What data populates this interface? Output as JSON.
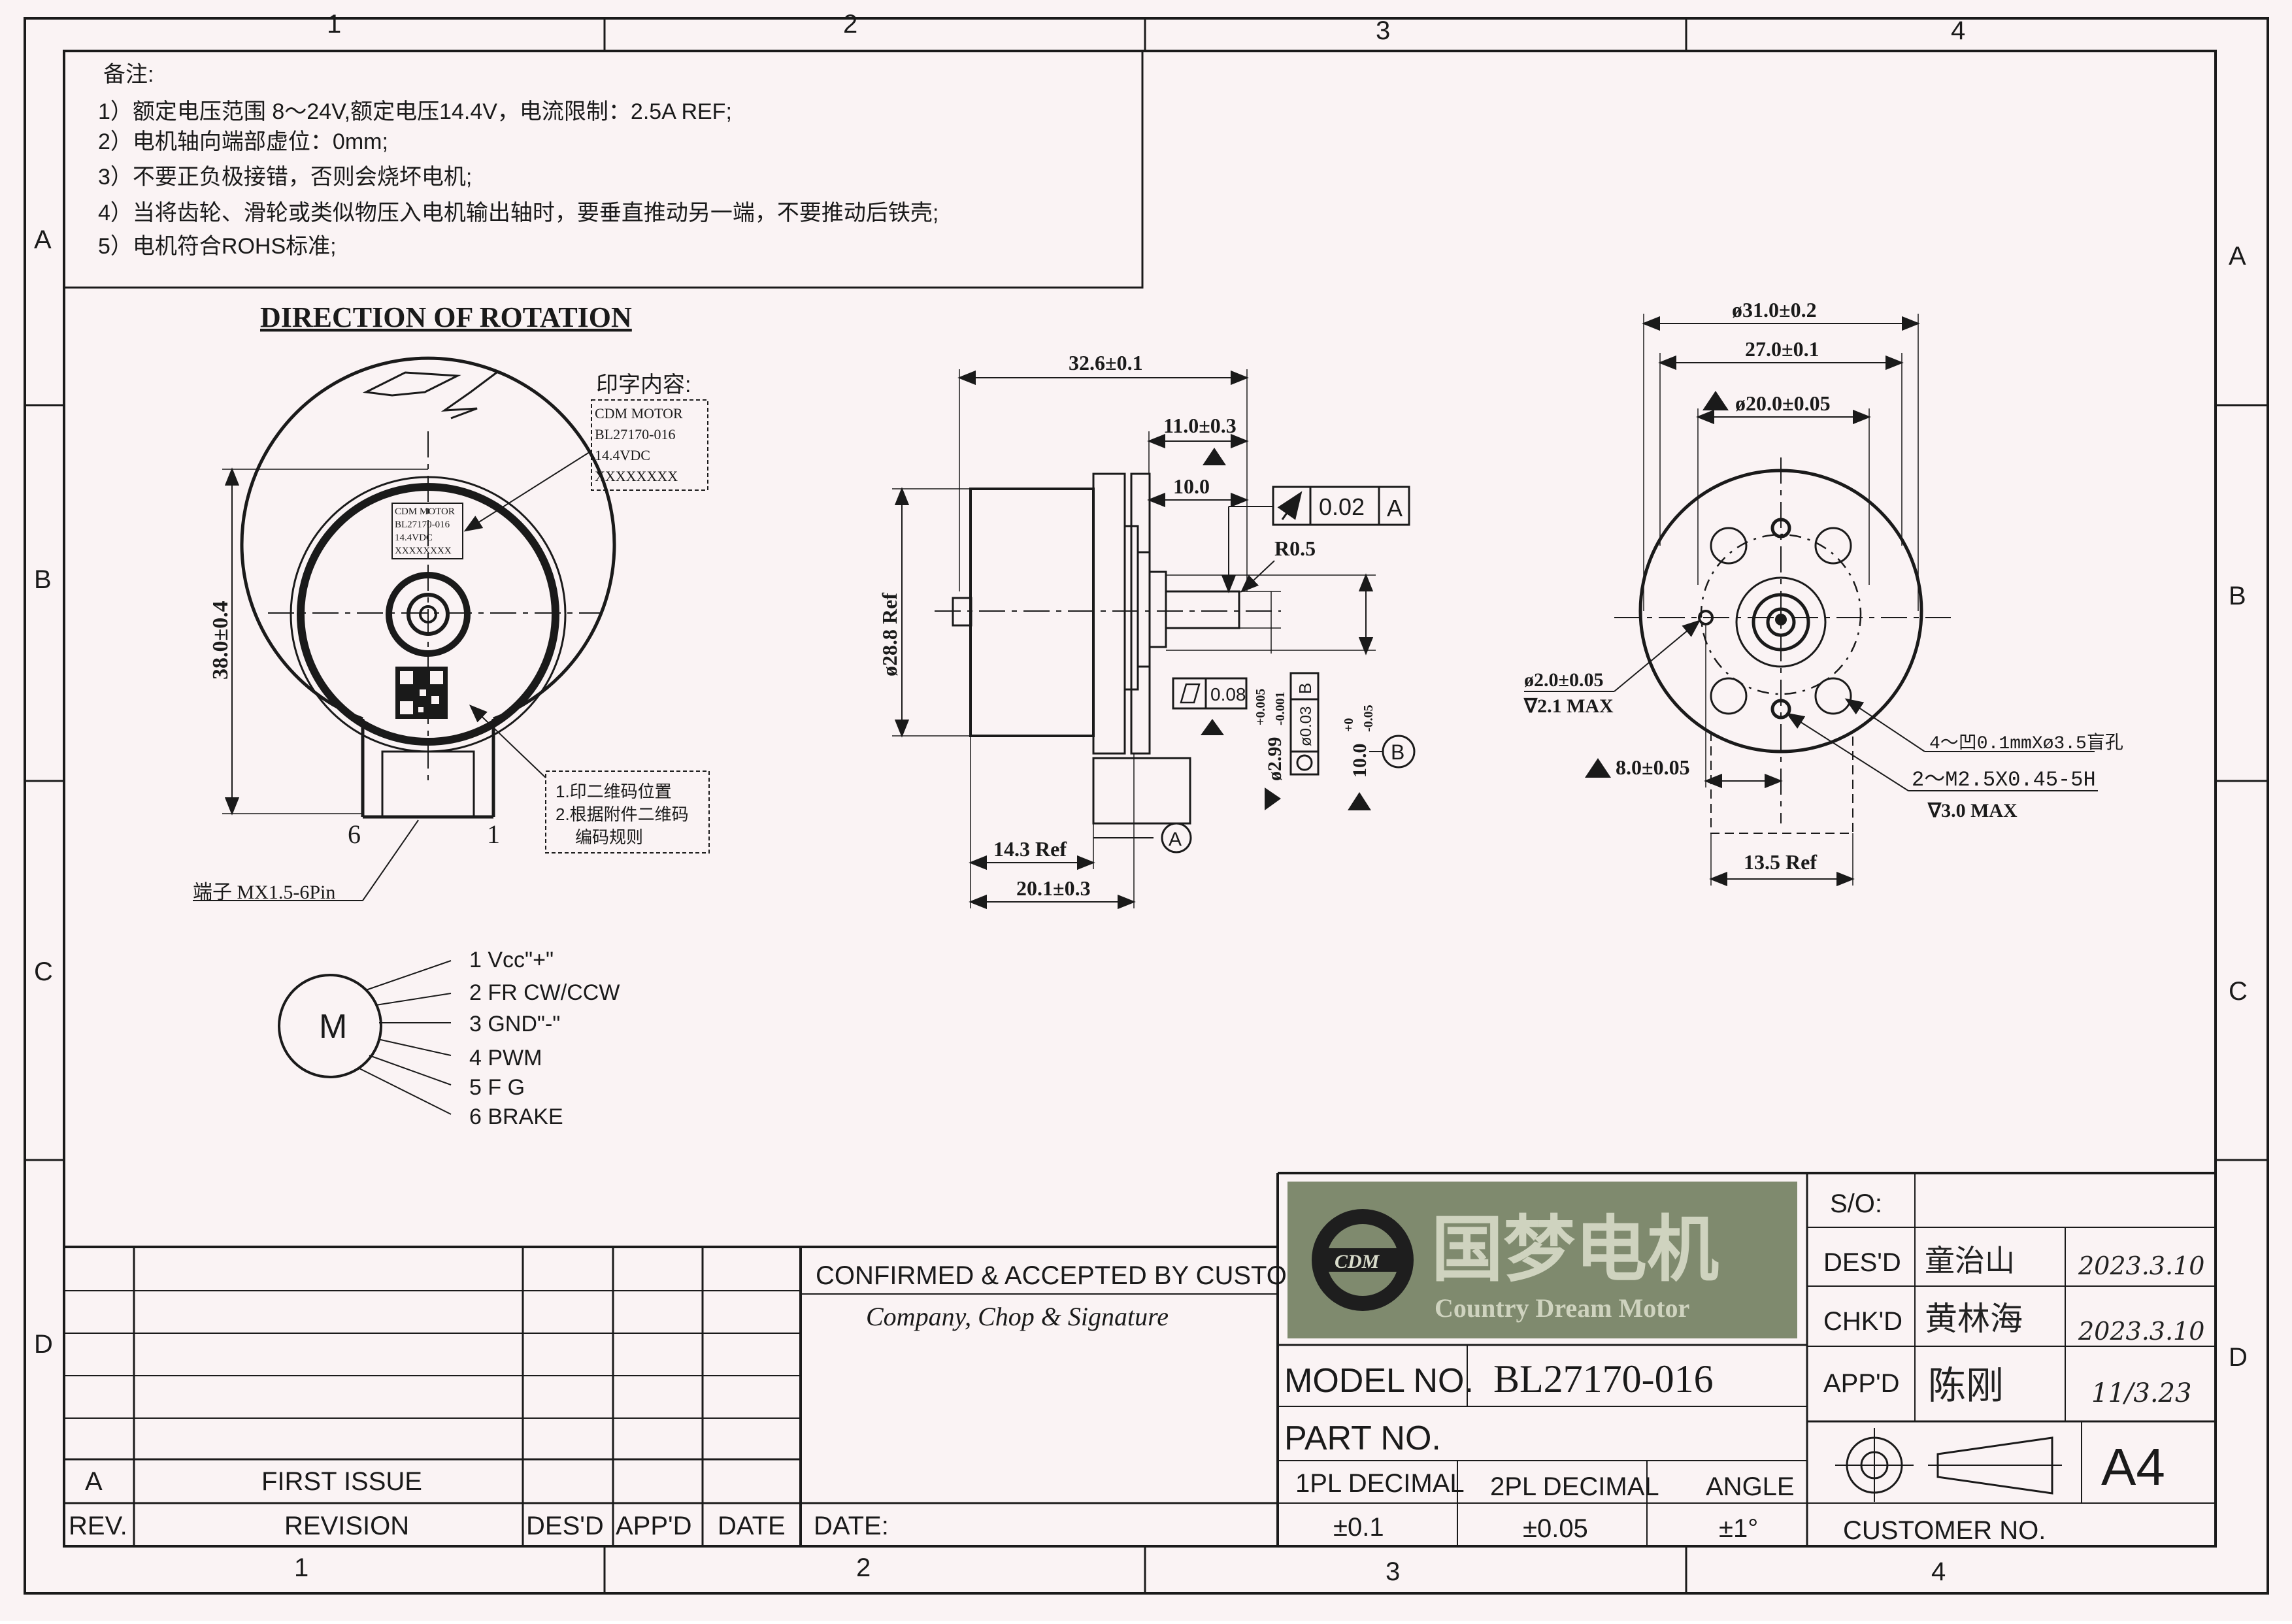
{
  "grid": {
    "columns": [
      "1",
      "2",
      "3",
      "4"
    ],
    "rows": [
      "A",
      "B",
      "C",
      "D"
    ]
  },
  "notes": {
    "title": "备注:",
    "items": [
      "1）额定电压范围 8～24V,额定电压14.4V，电流限制：2.5A REF;",
      "2）电机轴向端部虚位：0mm;",
      "3）不要正负极接错，否则会烧坏电机;",
      "4）当将齿轮、滑轮或类似物压入电机输出轴时，要垂直推动另一端，不要推动后铁壳;",
      "5）电机符合ROHS标准;"
    ]
  },
  "front_view": {
    "heading": "DIRECTION OF ROTATION",
    "print_title": "印字内容:",
    "print_lines": [
      "CDM MOTOR",
      "BL27170-016",
      "14.4VDC",
      "XXXXXXXX"
    ],
    "dim_height": "38.0±0.4",
    "qr_notes": [
      "1.印二维码位置",
      "2.根据附件二维码",
      "编码规则"
    ],
    "pin_first": "6",
    "pin_last": "1",
    "terminal": "端子 MX1.5-6Pin"
  },
  "pinout": {
    "motor_label": "M",
    "pins": [
      "1 Vcc\"+\"",
      "2 FR CW/CCW",
      "3 GND\"-\"",
      "4 PWM",
      "5 F G",
      "6 BRAKE"
    ]
  },
  "side_view": {
    "dim_total": "32.6±0.1",
    "dim_shaft": "11.0±0.3",
    "dim_shaft_inner": "10.0",
    "tol_runout": "0.02",
    "datum_a": "A",
    "radius": "R0.5",
    "dim_dia": "ø28.8 Ref",
    "tol_flat": "0.08",
    "shaft_dia": "ø2.99",
    "shaft_tol_up": "+0.005",
    "shaft_tol_dn": "-0.001",
    "circ_tol": "ø0.03",
    "datum_b": "B",
    "pilot_dia": "10.0",
    "pilot_tol_up": "+0",
    "pilot_tol_dn": "-0.05",
    "dim_body": "14.3 Ref",
    "dim_length": "20.1±0.3"
  },
  "rear_view": {
    "dim_outer": "ø31.0±0.2",
    "dim_pcd": "27.0±0.1",
    "dim_inner": "ø20.0±0.05",
    "hole_dia": "ø2.0±0.05",
    "hole_depth": "∇2.1 MAX",
    "dim_offset": "8.0±0.05",
    "blind_holes": "4～凹0.1mmXø3.5盲孔",
    "thread": "2～M2.5X0.45-5H",
    "thread_depth": "∇3.0 MAX",
    "dim_ref": "13.5 Ref"
  },
  "revision_table": {
    "rev_letter": "A",
    "rev_desc": "FIRST ISSUE",
    "headers": [
      "REV.",
      "REVISION",
      "DES'D",
      "APP'D",
      "DATE"
    ]
  },
  "customer_block": {
    "title": "CONFIRMED & ACCEPTED BY CUSTOMER",
    "subtitle": "Company, Chop & Signature",
    "date_label": "DATE:"
  },
  "title_block": {
    "logo_badge": "CDM",
    "logo_cn": "国梦电机",
    "logo_en": "Country Dream Motor",
    "so_label": "S/O:",
    "des_label": "DES'D",
    "des_name": "童治山",
    "des_date": "2023.3.10",
    "chk_label": "CHK'D",
    "chk_name": "黄林海",
    "chk_date": "2023.3.10",
    "app_label": "APP'D",
    "app_name": "陈刚",
    "app_date": "11/3.23",
    "model_label": "MODEL NO.",
    "model_value": "BL27170-016",
    "part_label": "PART NO.",
    "tol_headers": [
      "1PL DECIMAL",
      "2PL DECIMAL",
      "ANGLE"
    ],
    "tol_values": [
      "±0.1",
      "±0.05",
      "±1°"
    ],
    "size": "A4",
    "customer_no": "CUSTOMER NO."
  }
}
